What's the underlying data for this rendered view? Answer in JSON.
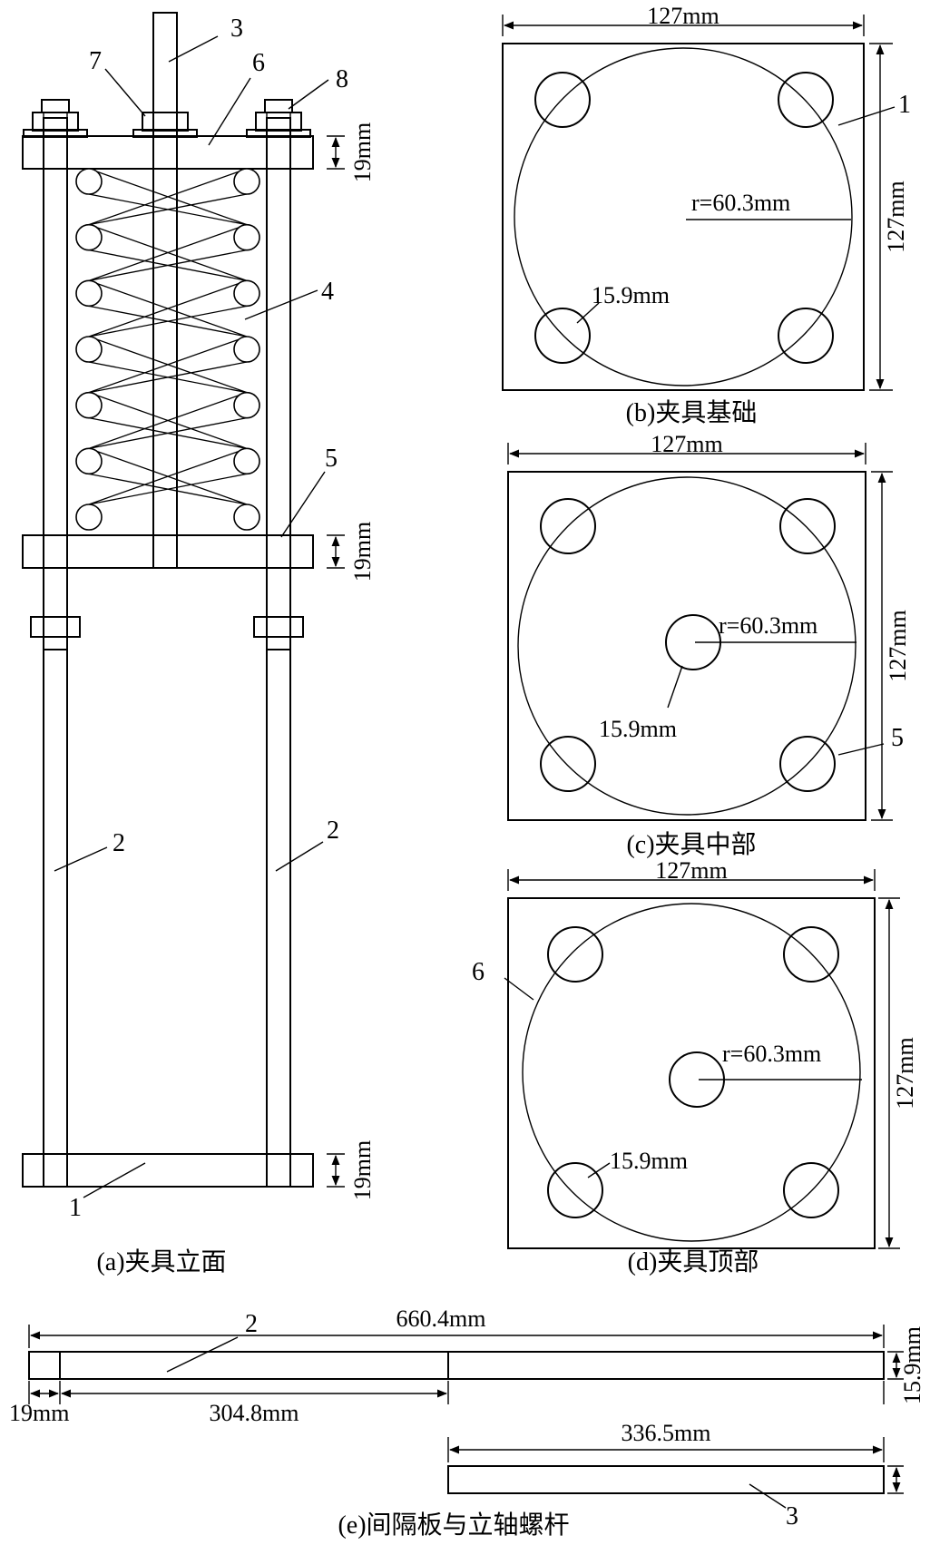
{
  "captions": {
    "a": "(a)夹具立面",
    "b": "(b)夹具基础",
    "c": "(c)夹具中部",
    "d": "(d)夹具顶部",
    "e": "(e)间隔板与立轴螺杆"
  },
  "dims": {
    "plate_thickness": "19mm",
    "plate_width": "127mm",
    "radius": "r=60.3mm",
    "hole_diameter": "15.9mm",
    "total_length": "660.4mm",
    "seg_19": "19mm",
    "seg_304": "304.8mm",
    "seg_336": "336.5mm",
    "rod_thickness": "15.9mm"
  },
  "labels": {
    "n1": "1",
    "n2": "2",
    "n3": "3",
    "n4": "4",
    "n5": "5",
    "n6": "6",
    "n7": "7",
    "n8": "8"
  },
  "colors": {
    "hatch_fill": "#a0a0a0",
    "line": "#000000"
  }
}
